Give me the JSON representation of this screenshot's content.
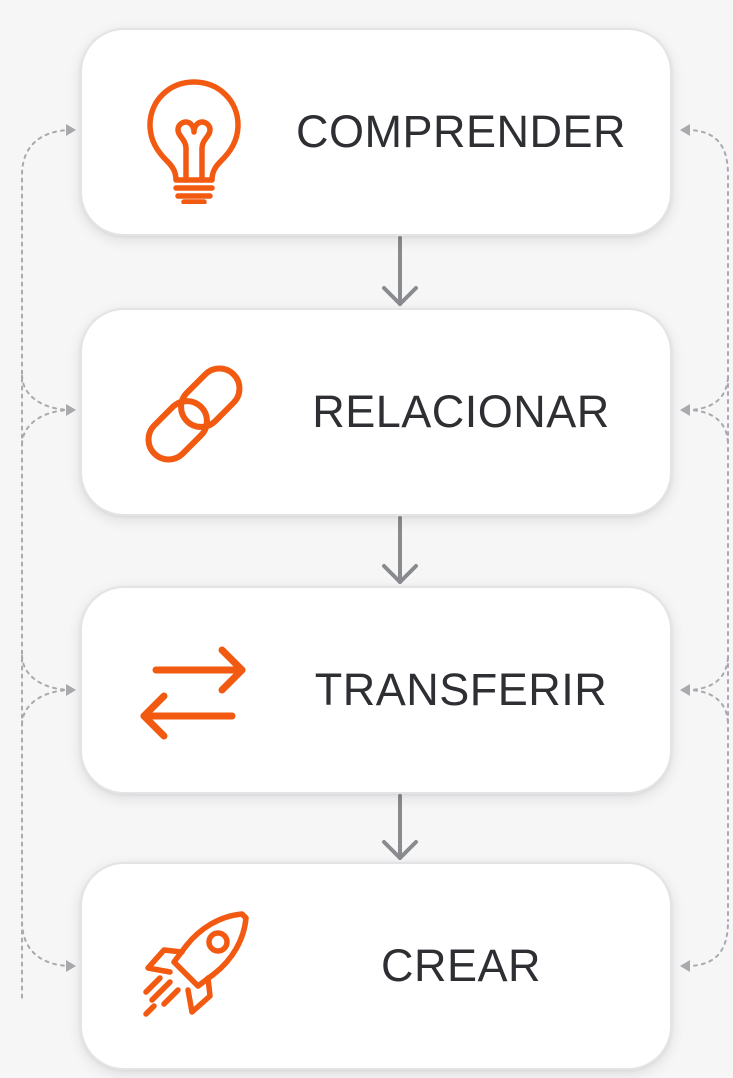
{
  "steps": [
    {
      "label": "COMPRENDER",
      "icon": "lightbulb-icon"
    },
    {
      "label": "RELACIONAR",
      "icon": "chain-link-icon"
    },
    {
      "label": "TRANSFERIR",
      "icon": "swap-arrows-icon"
    },
    {
      "label": "CREAR",
      "icon": "rocket-icon"
    }
  ],
  "colors": {
    "accent": "#f25a12",
    "text": "#2d2f33",
    "card_border": "#e4e4e7",
    "arrow": "#8a8b8e",
    "dotted": "#a9aaad",
    "background": "#f6f6f7"
  }
}
